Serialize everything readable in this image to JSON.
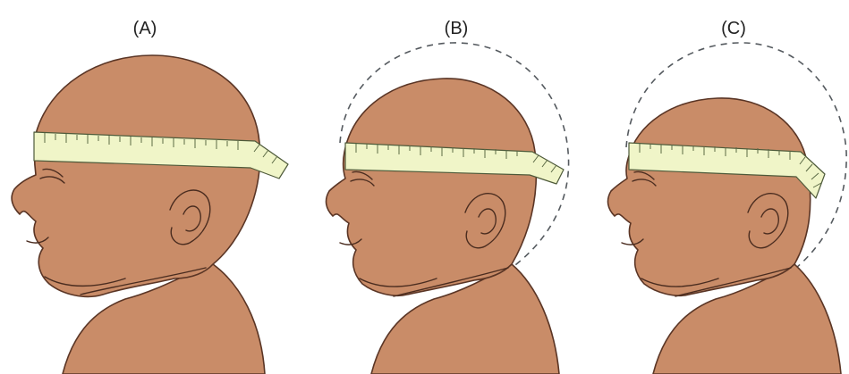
{
  "panels": [
    {
      "label": "(A)",
      "dashed_outline": false
    },
    {
      "label": "(B)",
      "dashed_outline": true
    },
    {
      "label": "(C)",
      "dashed_outline": true
    }
  ],
  "colors": {
    "skin": "#c98c68",
    "outline": "#5a3525",
    "tape": "#f0f5c8",
    "tape_edge": "#4e5a3a",
    "dashed_circle": "#555a5f"
  },
  "icons": [
    "infant-head-profile",
    "measuring-tape"
  ]
}
